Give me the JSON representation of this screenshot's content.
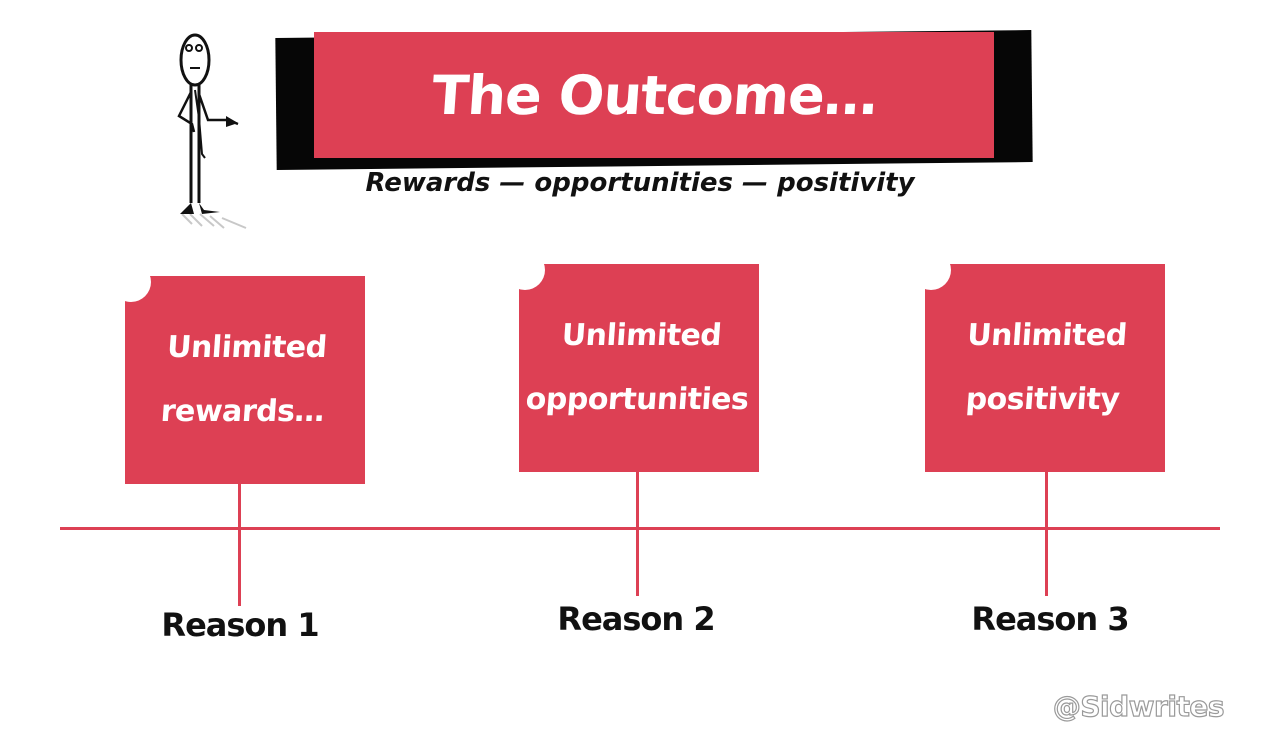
{
  "title": "The Outcome…",
  "subtitle": "Rewards — opportunities — positivity",
  "cards": [
    {
      "text": "Unlimited\nrewards…",
      "reason": "Reason 1"
    },
    {
      "text": "Unlimited\nopportunities",
      "reason": "Reason 2"
    },
    {
      "text": "Unlimited\npositivity",
      "reason": "Reason 3"
    }
  ],
  "watermark": "@Sidwrites",
  "colors": {
    "accent": "#dd4054",
    "shadow": "#060606",
    "text": "#111111",
    "background": "#ffffff"
  }
}
